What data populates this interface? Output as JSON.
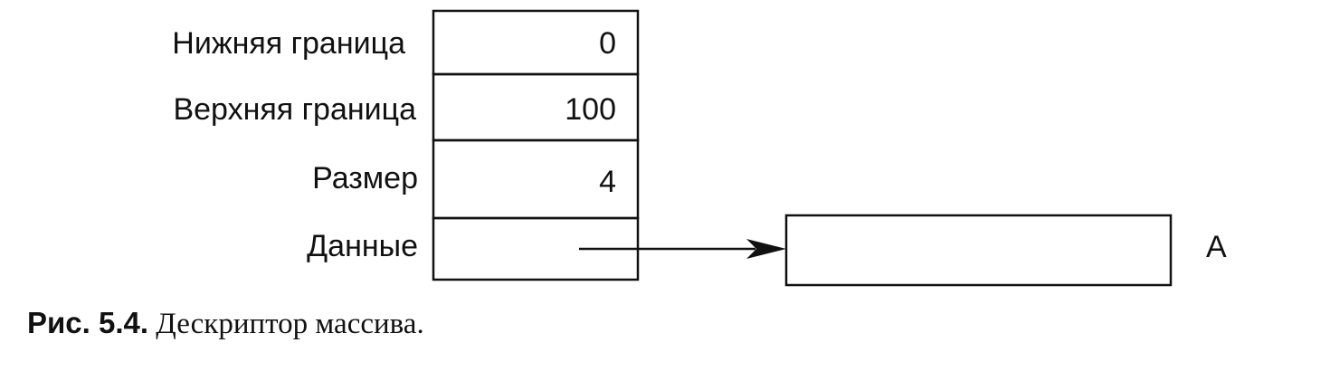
{
  "descriptor": {
    "rows": [
      {
        "label": "Нижняя граница",
        "value": "0"
      },
      {
        "label": "Верхняя граница",
        "value": "100"
      },
      {
        "label": "Размер",
        "value": "4"
      },
      {
        "label": "Данные",
        "value": ""
      }
    ]
  },
  "array": {
    "label": "A"
  },
  "caption": {
    "prefix": "Рис. 5.4.",
    "text": " Дескриптор массива."
  }
}
